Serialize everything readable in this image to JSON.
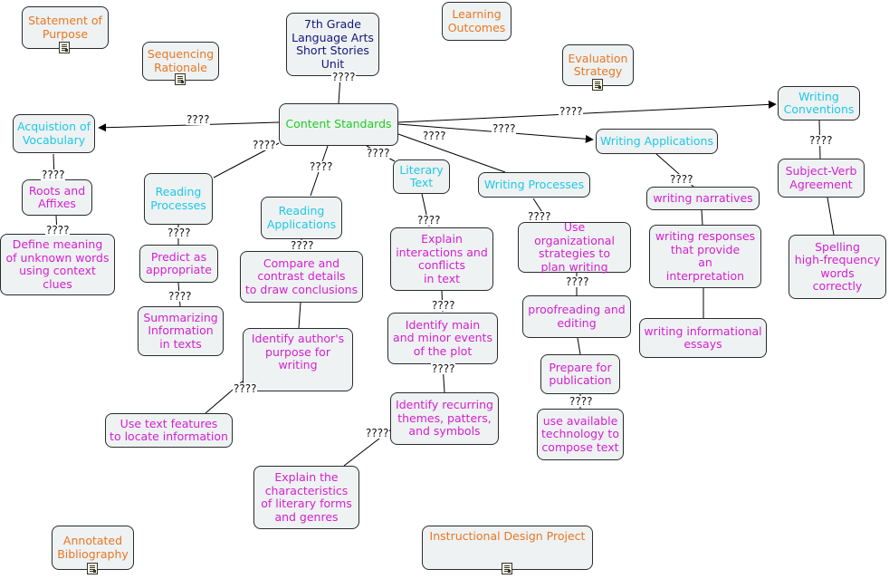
{
  "link_label": "????",
  "nodes": [
    {
      "id": "statement",
      "text": "Statement of\nPurpose",
      "color": "orange"
    },
    {
      "id": "sequencing",
      "text": "Sequencing\nRationale",
      "color": "orange"
    },
    {
      "id": "unit",
      "text": "7th Grade\nLanguage Arts\nShort Stories\nUnit",
      "color": "navy"
    },
    {
      "id": "learning",
      "text": "Learning\nOutcomes",
      "color": "orange"
    },
    {
      "id": "evaluation",
      "text": "Evaluation\nStrategy",
      "color": "orange"
    },
    {
      "id": "conventions",
      "text": "Writing\nConventions",
      "color": "cyan"
    },
    {
      "id": "standards",
      "text": "Content Standards",
      "color": "green"
    },
    {
      "id": "vocab",
      "text": "Acquistion of\nVocabulary",
      "color": "cyan"
    },
    {
      "id": "roots",
      "text": "Roots and\nAffixes",
      "color": "magenta"
    },
    {
      "id": "define",
      "text": "Define meaning\nof unknown words\nusing context\nclues",
      "color": "magenta"
    },
    {
      "id": "readproc",
      "text": "Reading\nProcesses",
      "color": "cyan"
    },
    {
      "id": "predict",
      "text": "Predict as\nappropriate",
      "color": "magenta"
    },
    {
      "id": "summarizing",
      "text": "Summarizing\nInformation\nin texts",
      "color": "magenta"
    },
    {
      "id": "readapp",
      "text": "Reading\nApplications",
      "color": "cyan"
    },
    {
      "id": "compare",
      "text": "Compare and\ncontrast details\nto draw conclusions",
      "color": "magenta"
    },
    {
      "id": "purpose",
      "text": "Identify author's\npurpose for\nwriting",
      "color": "magenta"
    },
    {
      "id": "textfeat",
      "text": "Use text features\nto locate information",
      "color": "magenta"
    },
    {
      "id": "literary",
      "text": "Literary\nText",
      "color": "cyan"
    },
    {
      "id": "explain",
      "text": "Explain\ninteractions and\nconflicts\nin text",
      "color": "magenta"
    },
    {
      "id": "mainminor",
      "text": "Identify main\nand minor events\nof the plot",
      "color": "magenta"
    },
    {
      "id": "themes",
      "text": "Identify recurring\nthemes, patters,\nand symbols",
      "color": "magenta"
    },
    {
      "id": "characteristics",
      "text": "Explain the\ncharacteristics\nof literary forms\nand genres",
      "color": "magenta"
    },
    {
      "id": "writeproc",
      "text": "Writing Processes",
      "color": "cyan"
    },
    {
      "id": "organize",
      "text": "Use organizational\nstrategies to\nplan writing",
      "color": "magenta"
    },
    {
      "id": "proofread",
      "text": "proofreading and\nediting",
      "color": "magenta"
    },
    {
      "id": "prepare",
      "text": "Prepare for\npublication",
      "color": "magenta"
    },
    {
      "id": "technology",
      "text": "use available\ntechnology to\ncompose text",
      "color": "magenta"
    },
    {
      "id": "writeapp",
      "text": "Writing Applications",
      "color": "cyan"
    },
    {
      "id": "narratives",
      "text": "writing narratives",
      "color": "magenta"
    },
    {
      "id": "responses",
      "text": "writing responses\nthat provide\nan\ninterpretation",
      "color": "magenta"
    },
    {
      "id": "informational",
      "text": "writing informational\nessays",
      "color": "magenta"
    },
    {
      "id": "subjverb",
      "text": "Subject-Verb\nAgreement",
      "color": "magenta"
    },
    {
      "id": "spelling",
      "text": "Spelling\nhigh-frequency\nwords\ncorrectly",
      "color": "magenta"
    },
    {
      "id": "bibliography",
      "text": "Annotated\nBibliography",
      "color": "orange"
    },
    {
      "id": "idp",
      "text": "Instructional Design Project",
      "color": "orange"
    }
  ]
}
